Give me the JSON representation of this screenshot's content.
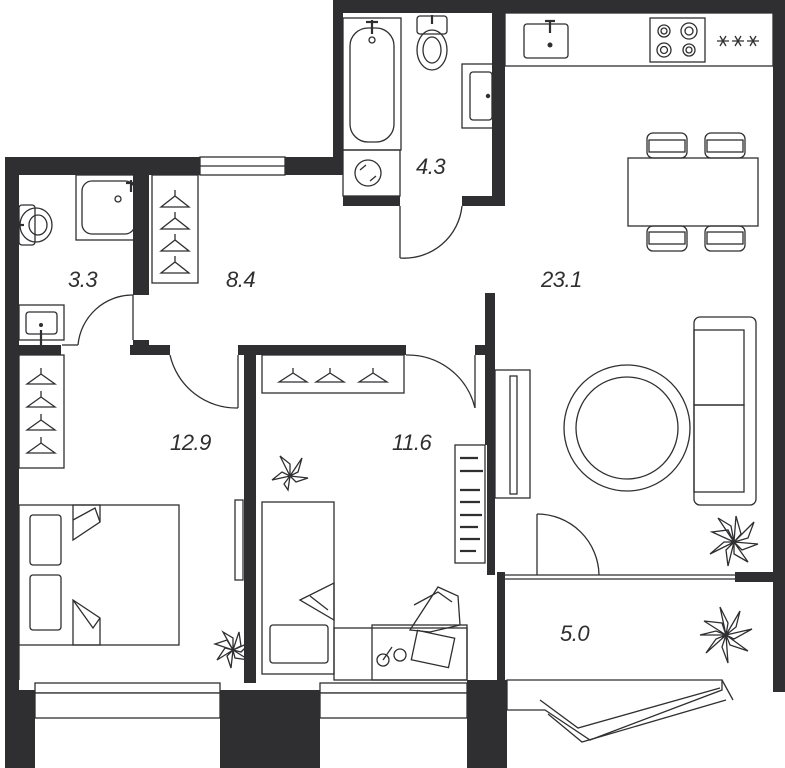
{
  "plan": {
    "rooms": [
      {
        "id": "bathroom-small",
        "area": "3.3"
      },
      {
        "id": "hallway",
        "area": "8.4"
      },
      {
        "id": "bathroom",
        "area": "4.3"
      },
      {
        "id": "kitchen-living",
        "area": "23.1"
      },
      {
        "id": "bedroom",
        "area": "12.9"
      },
      {
        "id": "kids-room",
        "area": "11.6"
      },
      {
        "id": "balcony",
        "area": "5.0"
      }
    ],
    "colors": {
      "wall": "#2f2f31",
      "background": "#ffffff"
    }
  }
}
